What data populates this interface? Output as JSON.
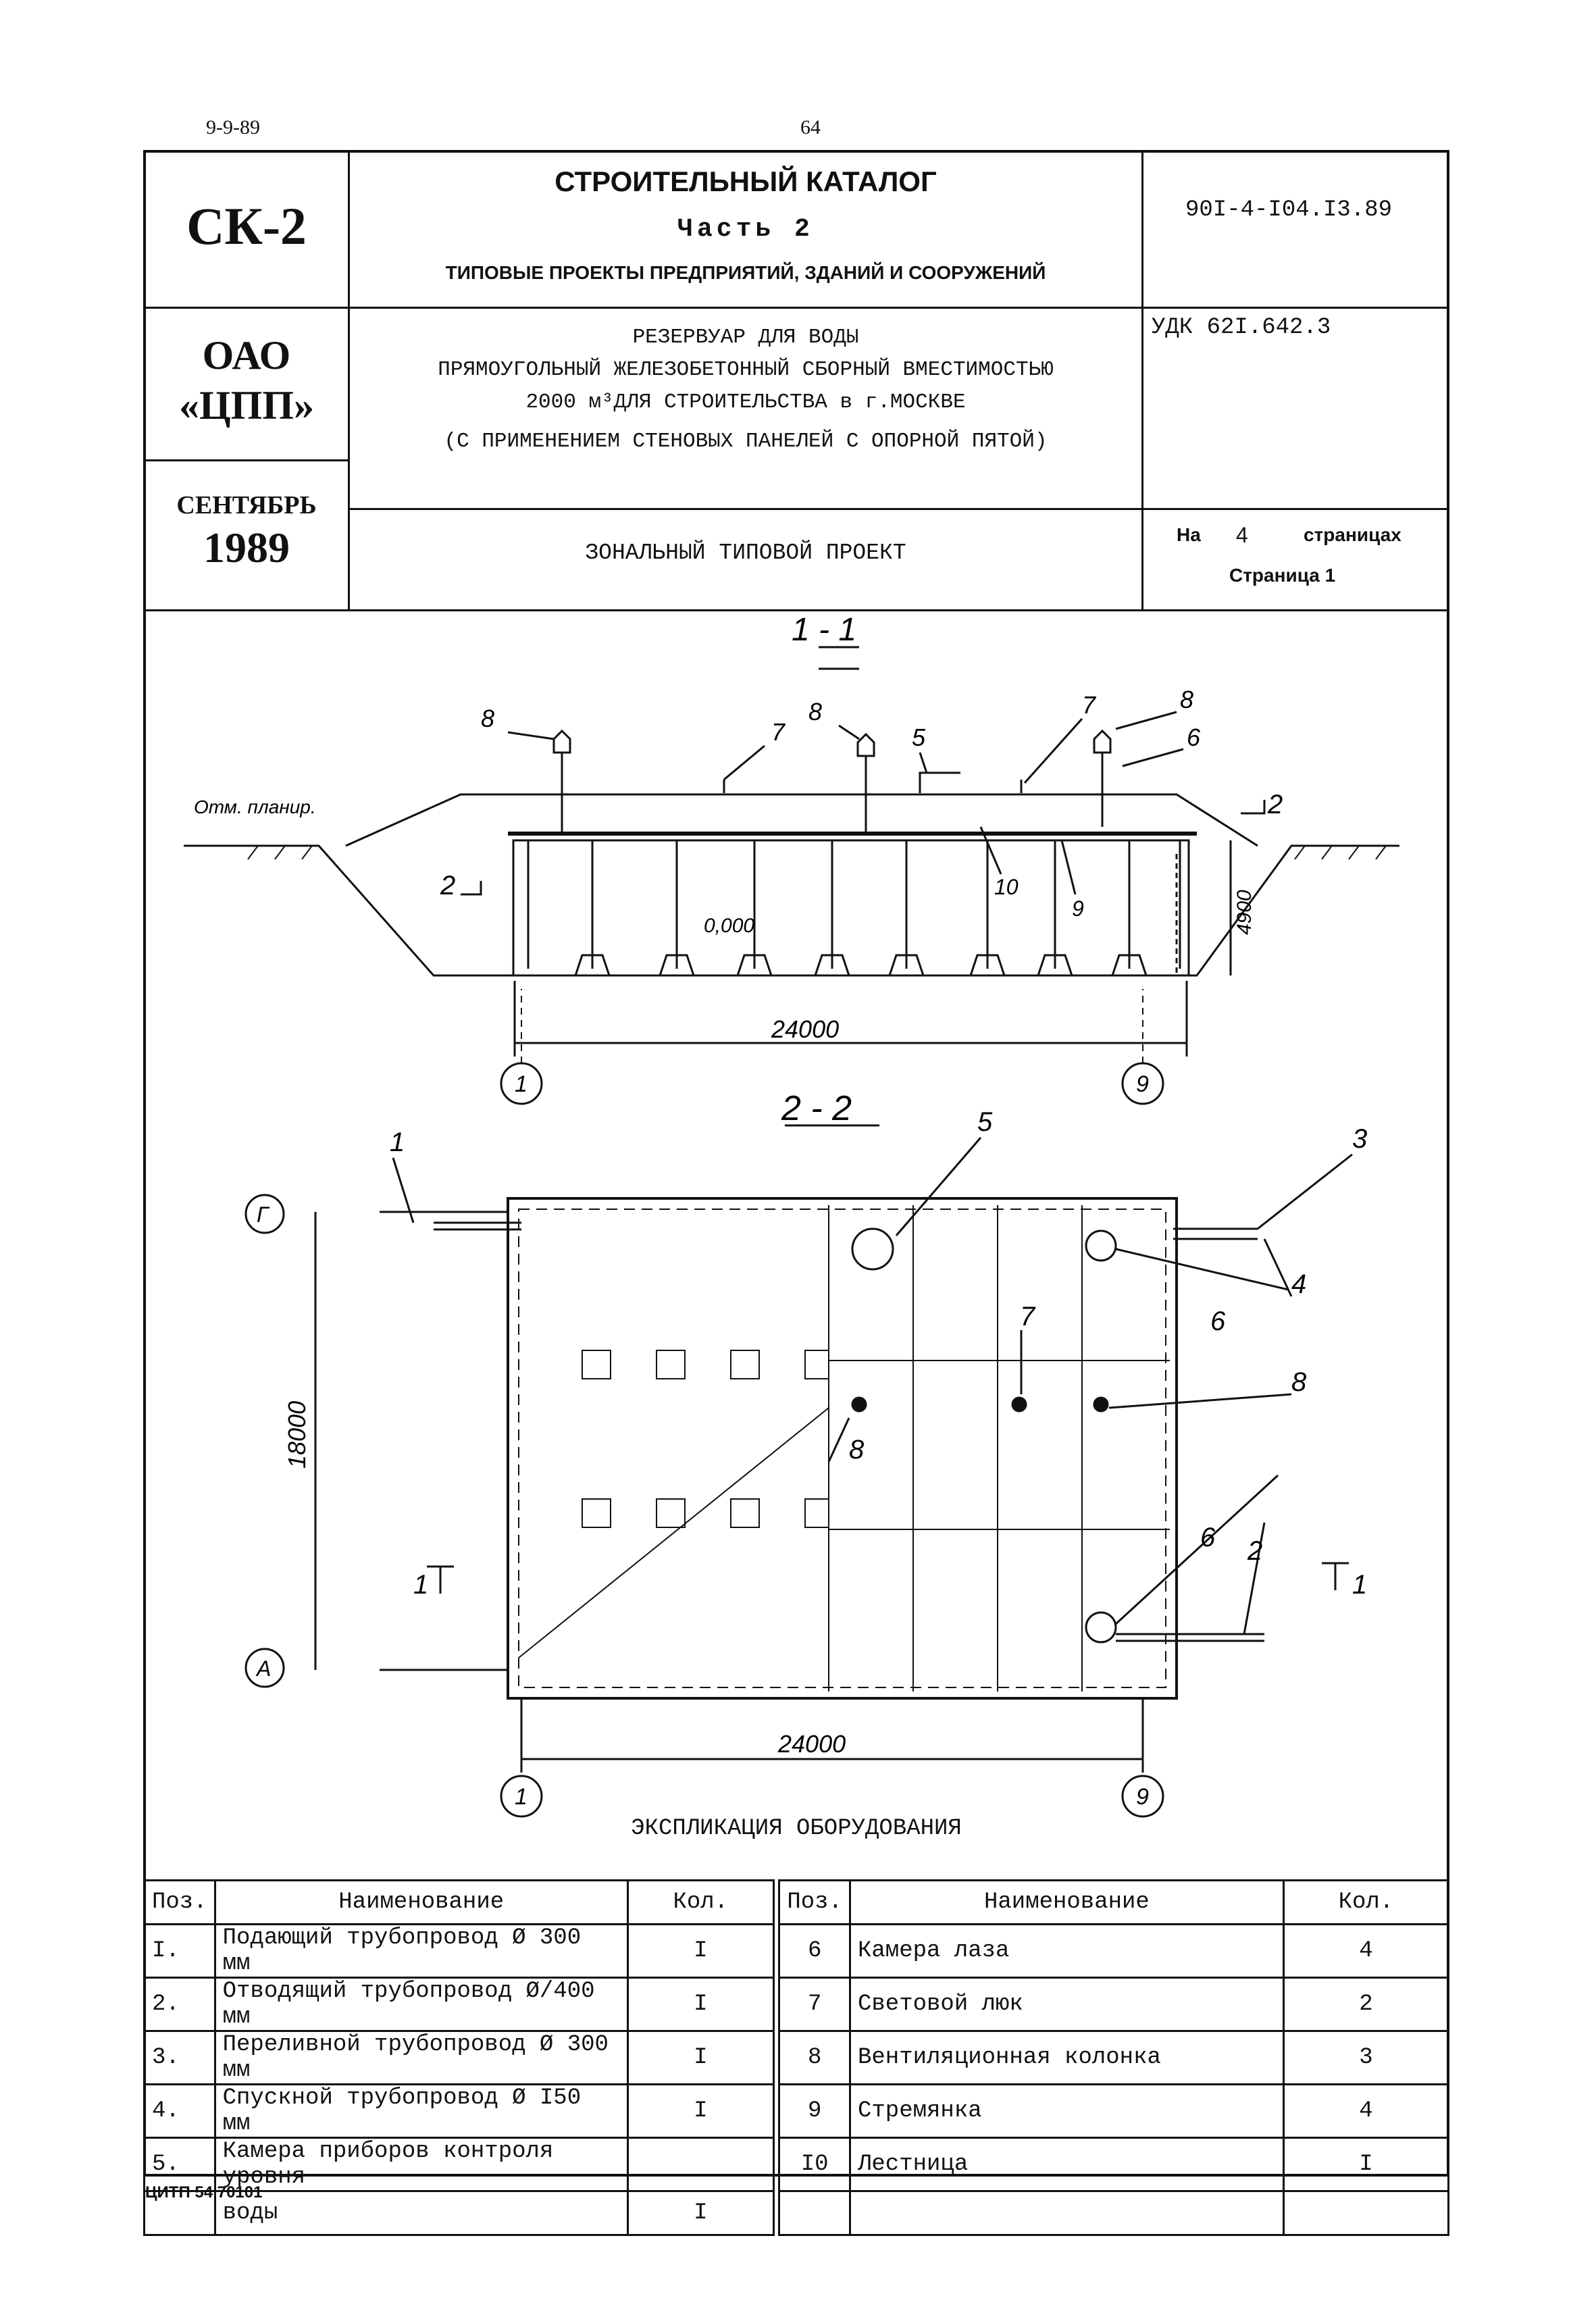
{
  "top": {
    "date": "9-9-89",
    "page": "64"
  },
  "header": {
    "series": "СК-2",
    "org_line1": "ОАО",
    "org_line2": "«ЦПП»",
    "month": "СЕНТЯБРЬ",
    "year": "1989",
    "catalog_title": "СТРОИТЕЛЬНЫЙ КАТАЛОГ",
    "catalog_part": "Часть 2",
    "catalog_subtitle": "ТИПОВЫЕ ПРОЕКТЫ ПРЕДПРИЯТИЙ, ЗДАНИЙ И СООРУЖЕНИЙ",
    "code": "90I-4-I04.I3.89",
    "udk": "УДК 62I.642.3",
    "project_line1": "РЕЗЕРВУАР ДЛЯ ВОДЫ",
    "project_line2": "ПРЯМОУГОЛЬНЫЙ ЖЕЛЕЗОБЕТОННЫЙ СБОРНЫЙ ВМЕСТИМОСТЬЮ",
    "project_line3": "2000 м³ДЛЯ СТРОИТЕЛЬСТВА в г.МОСКВЕ",
    "project_line4": "(С ПРИМЕНЕНИЕМ СТЕНОВЫХ ПАНЕЛЕЙ С ОПОРНОЙ ПЯТОЙ)",
    "project_type": "ЗОНАЛЬНЫЙ ТИПОВОЙ ПРОЕКТ",
    "pages_prefix": "На",
    "pages_count": "4",
    "pages_suffix": "страницах",
    "page_label": "Страница 1"
  },
  "drawing": {
    "section1_title": "1 - 1",
    "section2_title": "2 - 2",
    "ground_label": "Отм. планир.",
    "level_label": "0,000",
    "height_dim": "4900",
    "width_dim": "24000",
    "depth_dim": "18000",
    "axis_1": "1",
    "axis_9": "9",
    "axis_g": "Г",
    "axis_a": "А",
    "cut_1": "1",
    "cut_2": "2",
    "callouts": [
      "1",
      "2",
      "3",
      "4",
      "5",
      "6",
      "7",
      "8",
      "9",
      "10"
    ]
  },
  "explication": {
    "title": "ЭКСПЛИКАЦИЯ ОБОРУДОВАНИЯ",
    "headers": {
      "pos": "Поз.",
      "name": "Наименование",
      "qty": "Кол."
    },
    "left": [
      {
        "pos": "I.",
        "name": "Подающий трубопровод Ø 300 мм",
        "qty": "I"
      },
      {
        "pos": "2.",
        "name": "Отводящий трубопровод Ø/400 мм",
        "qty": "I"
      },
      {
        "pos": "3.",
        "name": "Переливной трубопровод Ø 300 мм",
        "qty": "I"
      },
      {
        "pos": "4.",
        "name": "Спускной трубопровод Ø I50 мм",
        "qty": "I"
      },
      {
        "pos": "5.",
        "name": "Камера приборов контроля уровня",
        "qty": ""
      },
      {
        "pos": "",
        "name": "воды",
        "qty": "I"
      }
    ],
    "right": [
      {
        "pos": "6",
        "name": "Камера лаза",
        "qty": "4"
      },
      {
        "pos": "7",
        "name": "Световой люк",
        "qty": "2"
      },
      {
        "pos": "8",
        "name": "Вентиляционная колонка",
        "qty": "3"
      },
      {
        "pos": "9",
        "name": "Стремянка",
        "qty": "4"
      },
      {
        "pos": "I0",
        "name": "Лестница",
        "qty": "I"
      },
      {
        "pos": "",
        "name": "",
        "qty": ""
      }
    ]
  },
  "footer": {
    "code": "ЦИТП 54 70101"
  }
}
